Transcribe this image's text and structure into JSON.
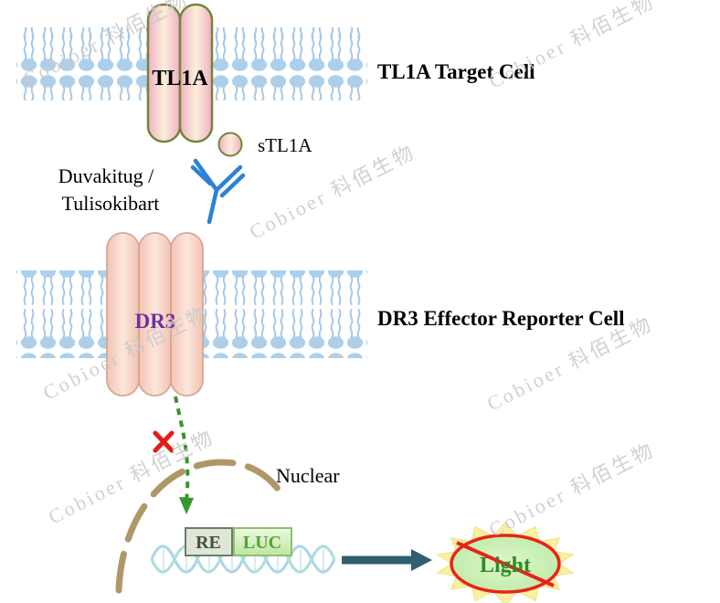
{
  "title": "TL1A / DR3 effector reporter assay diagram",
  "watermark": {
    "text": "Cobioer 科佰生物",
    "color": "#c9c9c9"
  },
  "labels": {
    "tl1a": "TL1A",
    "target_cell": "TL1A Target Cell",
    "stl1a": "sTL1A",
    "antibody_line1": "Duvakitug /",
    "antibody_line2": "Tulisokibart",
    "dr3": "DR3",
    "reporter_cell": "DR3 Effector Reporter Cell",
    "nuclear": "Nuclear",
    "re": "RE",
    "luc": "LUC",
    "light": "Light"
  },
  "colors": {
    "membrane_head_blue": "#AECFE9",
    "antibody_blue": "#2C82D6",
    "dr3_purple": "#7030A0",
    "blocked_red": "#E11E14",
    "signal_green": "#35982A",
    "nuclear_tan": "#AF9868",
    "luc_green": "#55A335",
    "light_text_green": "#2F8C25",
    "prohibit_red": "#E8231B",
    "result_arrow_teal": "#30606F",
    "starburst_yellow": "#FAF0A0"
  }
}
